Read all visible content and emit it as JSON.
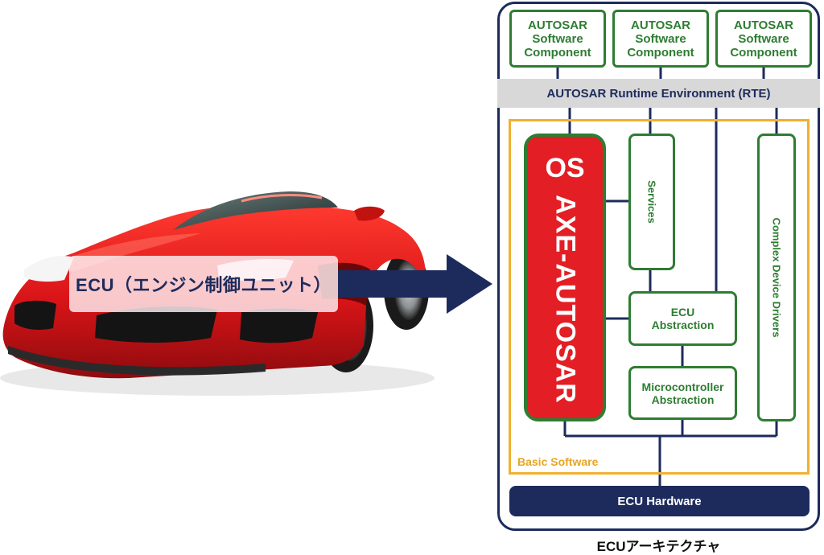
{
  "car_label": "ECU（エンジン制御ユニット）",
  "architecture": {
    "software_components": [
      {
        "line1": "AUTOSAR",
        "line2": "Software",
        "line3": "Component"
      },
      {
        "line1": "AUTOSAR",
        "line2": "Software",
        "line3": "Component"
      },
      {
        "line1": "AUTOSAR",
        "line2": "Software",
        "line3": "Component"
      }
    ],
    "rte": "AUTOSAR Runtime Environment (RTE)",
    "os_title": "OS",
    "os_name": "AXE-AUTOSAR",
    "services": "Services",
    "ecu_abstraction": {
      "line1": "ECU",
      "line2": "Abstraction"
    },
    "microcontroller_abstraction": {
      "line1": "Microcontroller",
      "line2": "Abstraction"
    },
    "complex_device_drivers": "Complex Device Drivers",
    "basic_software": "Basic Software",
    "ecu_hardware": "ECU Hardware"
  },
  "caption": "ECUアーキテクチャ",
  "colors": {
    "navy": "#1d2b5c",
    "green": "#2e7d32",
    "red": "#e31e24",
    "orange": "#f0b030",
    "gray": "#d8d8d8"
  }
}
